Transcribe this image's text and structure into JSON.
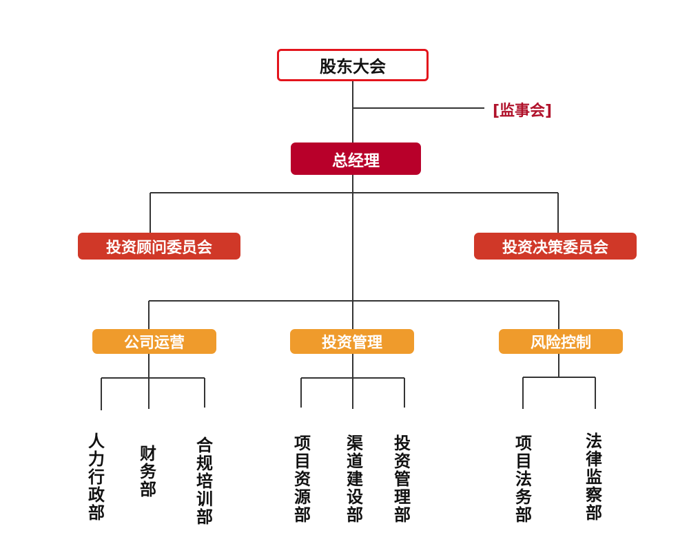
{
  "org": {
    "root": "股东大会",
    "supervisory": "[监事会]",
    "general_manager": "总经理",
    "committees": [
      "投资顾问委员会",
      "投资决策委员会"
    ],
    "departments": [
      "公司运营",
      "投资管理",
      "风险控制"
    ],
    "subunits": [
      [
        "人力行政部",
        "财务部",
        "合规培训部"
      ],
      [
        "项目资源部",
        "渠道建设部",
        "投资管理部"
      ],
      [
        "项目法务部",
        "法律监察部"
      ]
    ]
  },
  "colors": {
    "root_border": "#e3141c",
    "supervisory_text": "#b0122b",
    "general_manager": "#b8002a",
    "committee": "#d03828",
    "department": "#ef9b2c",
    "connector": "#333333"
  }
}
